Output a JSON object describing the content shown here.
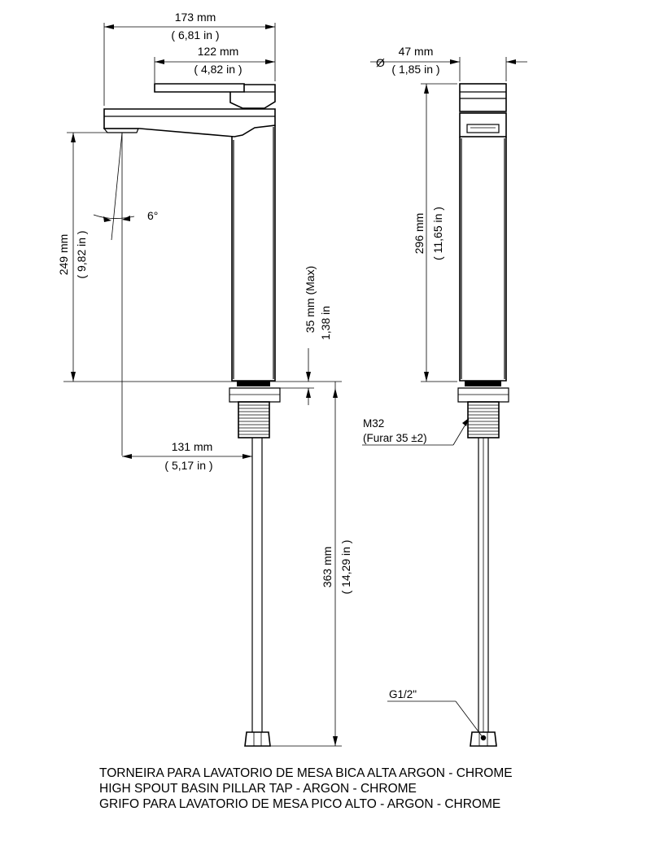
{
  "dimensions": {
    "width_total": {
      "mm": "173 mm",
      "inch": "( 6,81 in )"
    },
    "handle_length": {
      "mm": "122 mm",
      "inch": "( 4,82 in )"
    },
    "diameter": {
      "symbol": "Ø",
      "mm": "47 mm",
      "inch": "( 1,85 in )"
    },
    "spout_angle": "6°",
    "spout_height": {
      "mm": "249 mm",
      "inch": "( 9,82 in )"
    },
    "body_height": {
      "mm": "296 mm",
      "inch": "( 11,65 in )"
    },
    "deck_thickness": {
      "mm": "35 mm (Max)",
      "inch": "1,38 in"
    },
    "spout_reach": {
      "mm": "131 mm",
      "inch": "( 5,17 in )"
    },
    "hose_length": {
      "mm": "363 mm",
      "inch": "( 14,29 in )"
    },
    "thread": {
      "name": "M32",
      "note": "(Furar 35 ±2)"
    },
    "connection": "G1/2\""
  },
  "caption": {
    "line_pt": "TORNEIRA PARA LAVATORIO DE MESA BICA ALTA ARGON - CHROME",
    "line_en": "HIGH SPOUT BASIN PILLAR TAP - ARGON - CHROME",
    "line_es": "GRIFO PARA LAVATORIO DE MESA PICO ALTO - ARGON - CHROME"
  }
}
